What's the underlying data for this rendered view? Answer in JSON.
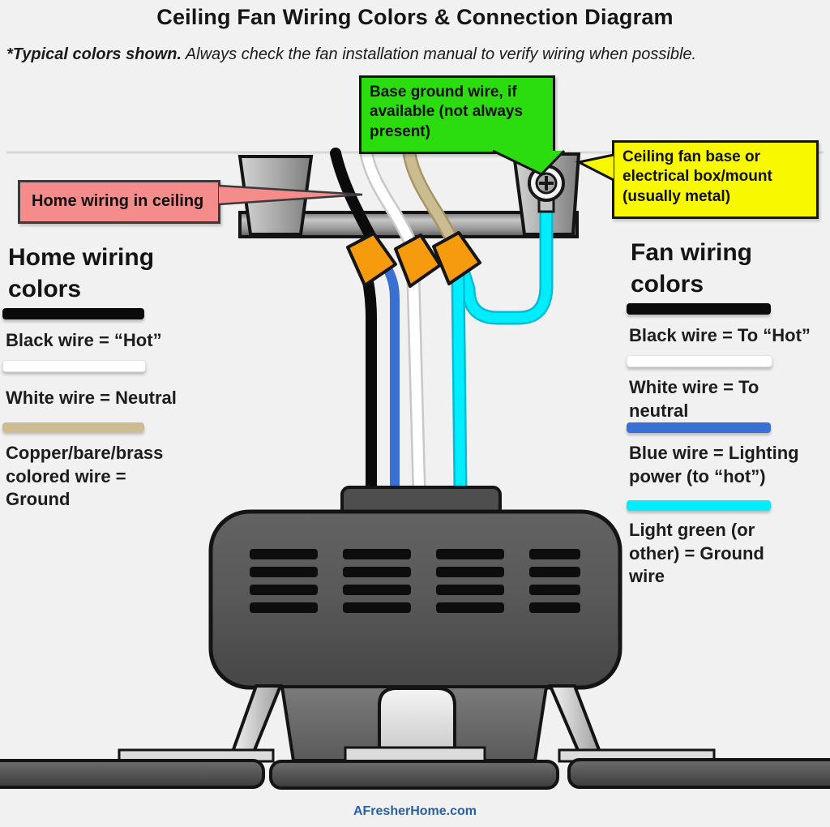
{
  "title": "Ceiling Fan Wiring Colors & Connection Diagram",
  "disclaimer": {
    "bold": "*Typical colors shown.",
    "rest": " Always check the fan installation manual to verify wiring when possible."
  },
  "callouts": {
    "base_ground": "Base ground wire, if available (not always present)",
    "fan_base": "Ceiling fan base or electrical box/mount (usually metal)",
    "home_wiring": "Home wiring in ceiling"
  },
  "legend_home": {
    "heading": "Home wiring colors",
    "items": [
      {
        "label": "Black wire = “Hot”",
        "color": "#0b0b0b"
      },
      {
        "label": "White wire = Neutral",
        "color": "#ffffff"
      },
      {
        "label": "Copper/bare/brass colored wire = Ground",
        "color": "#cbbc92"
      }
    ]
  },
  "legend_fan": {
    "heading": "Fan wiring colors",
    "items": [
      {
        "label": "Black wire = To “Hot”",
        "color": "#0b0b0b"
      },
      {
        "label": "White wire = To neutral",
        "color": "#ffffff"
      },
      {
        "label": "Blue wire = Lighting power (to “hot”)",
        "color": "#3a6fd4"
      },
      {
        "label": "Light green (or other) = Ground wire",
        "color": "#00ecff"
      }
    ]
  },
  "diagram": {
    "home_ceiling_wires": [
      "black",
      "white",
      "copper"
    ],
    "fan_wires": [
      "black",
      "blue",
      "white",
      "light-green-ground"
    ],
    "wire_nut_color": "#f59b0d",
    "ground_wire_color": "#00ecff",
    "blue_wire_color": "#3a6fd4",
    "copper_wire_color": "#cbbc92"
  },
  "footer": {
    "site": "AFresherHome.com"
  }
}
